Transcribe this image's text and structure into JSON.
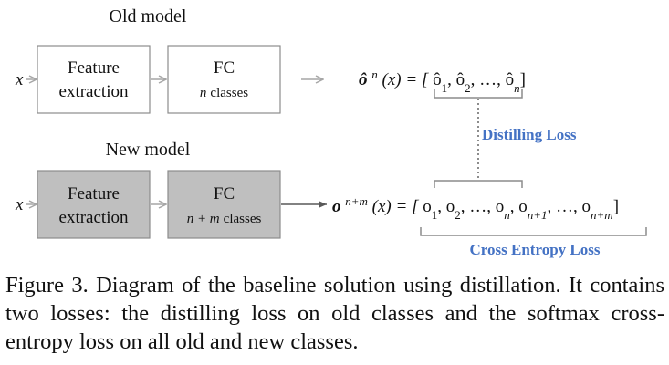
{
  "colors": {
    "box_stroke": "#8c8c8c",
    "new_box_fill": "#bfbfbf",
    "arrow_old": "#a6a6a6",
    "arrow_new": "#595959",
    "loss_blue": "#4472c4",
    "text": "#111111"
  },
  "old_model": {
    "title": "Old model",
    "input": "x",
    "feature_line1": "Feature",
    "feature_line2": "extraction",
    "fc_title": "FC",
    "fc_sub_n": "n",
    "fc_sub_rest": "classes",
    "output": {
      "o": "ô",
      "sup": "n",
      "arg": "(x) = [",
      "items": [
        {
          "base": "ô",
          "sub": "1",
          "after": ","
        },
        {
          "base": "ô",
          "sub": "2",
          "after": ", …,"
        },
        {
          "base": "ô",
          "sub": "n",
          "after": "]"
        }
      ]
    }
  },
  "new_model": {
    "title": "New model",
    "input": "x",
    "feature_line1": "Feature",
    "feature_line2": "extraction",
    "fc_title": "FC",
    "fc_sub_expr": "n + m",
    "fc_sub_rest": "classes",
    "output": {
      "o": "o",
      "sup": "n+m",
      "arg": "(x) = [",
      "items": [
        {
          "base": "o",
          "sub": "1",
          "after": ","
        },
        {
          "base": "o",
          "sub": "2",
          "after": ", …,"
        },
        {
          "base": "o",
          "sub": "n",
          "after": ","
        },
        {
          "base": "o",
          "sub": "n+1",
          "after": ", …,"
        },
        {
          "base": "o",
          "sub": "n+m",
          "after": "]"
        }
      ]
    }
  },
  "losses": {
    "distilling": "Distilling Loss",
    "cross_entropy": "Cross Entropy Loss"
  },
  "caption": "Figure 3. Diagram of the baseline solution using distillation. It contains two losses: the distilling loss on old classes and the softmax cross-entropy loss on all old and new classes."
}
